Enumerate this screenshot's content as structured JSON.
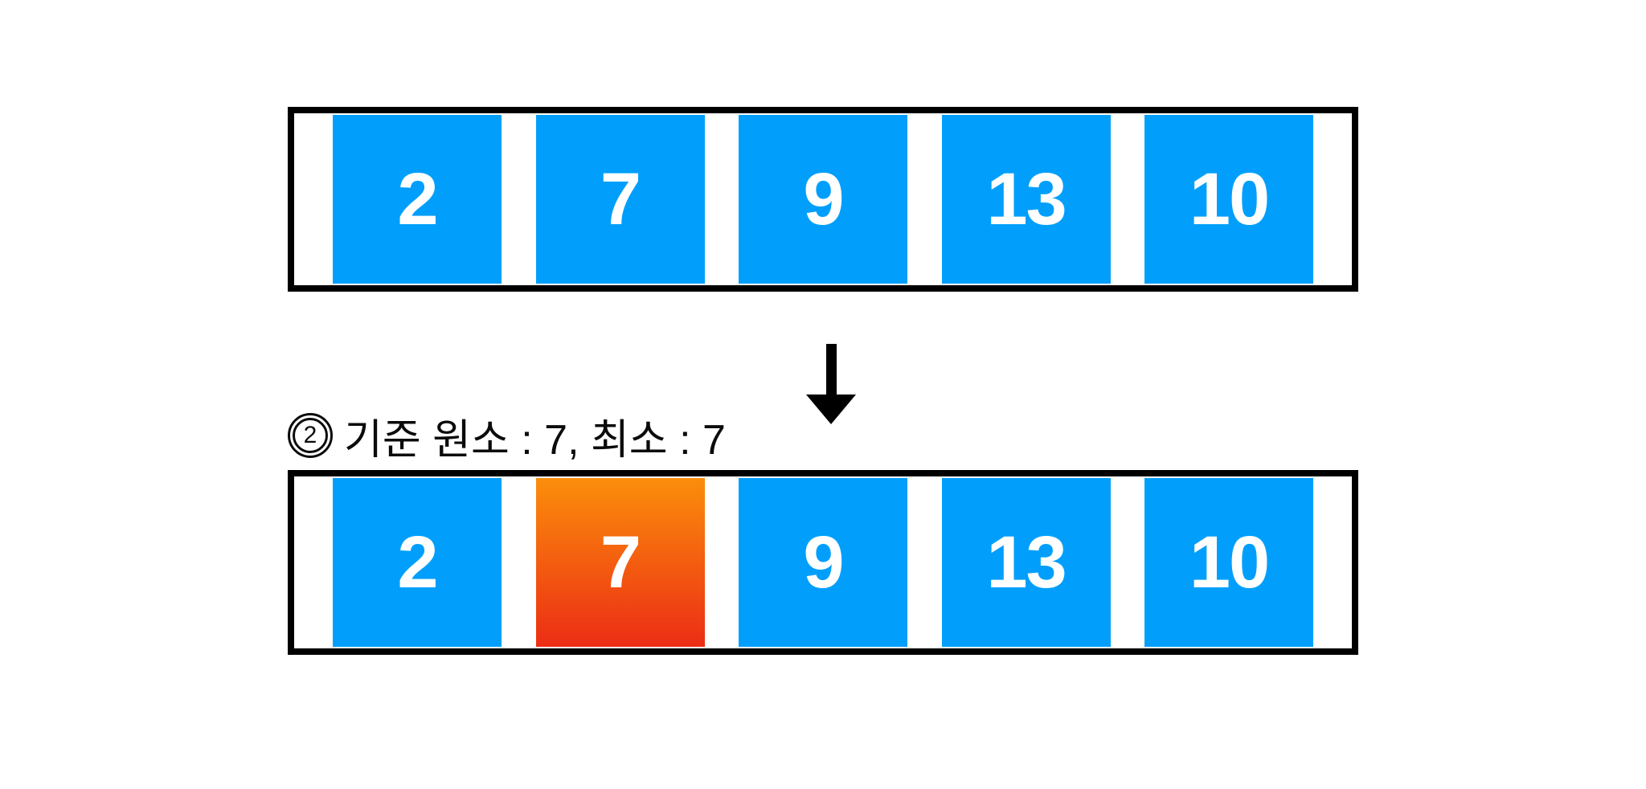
{
  "colors": {
    "box_blue": "#019FFB",
    "highlight_top": "#FB8E0B",
    "highlight_bottom": "#EC2D15",
    "border_black": "#000000",
    "number_white": "#FFFFFF",
    "label_black": "#0B0B0B"
  },
  "step_label": {
    "badge_number": "2",
    "text": "기준 원소 : 7, 최소 : 7"
  },
  "arrays": {
    "before": {
      "values": [
        "2",
        "7",
        "9",
        "13",
        "10"
      ],
      "highlight_index": -1
    },
    "after": {
      "values": [
        "2",
        "7",
        "9",
        "13",
        "10"
      ],
      "highlight_index": 1
    }
  },
  "icons": {
    "arrow": "down-arrow-icon"
  }
}
